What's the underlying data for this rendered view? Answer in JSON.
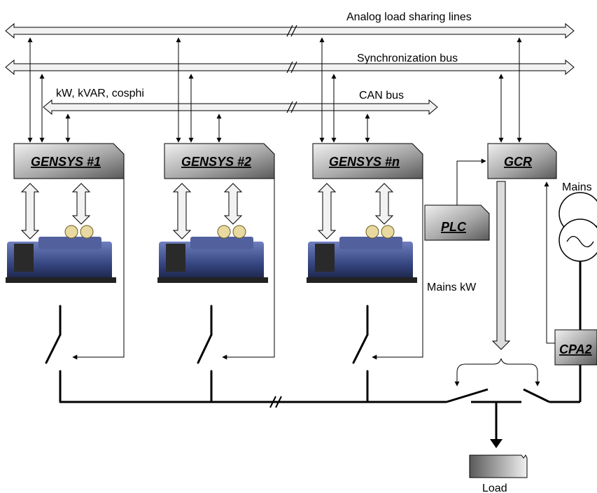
{
  "buses": {
    "analog": "Analog load sharing lines",
    "sync": "Synchronization bus",
    "can": "CAN bus",
    "can_note": "kW, kVAR, cosphi"
  },
  "units": {
    "gensys1": "GENSYS #1",
    "gensys2": "GENSYS #2",
    "gensysn": "GENSYS #n",
    "gcr": "GCR",
    "plc": "PLC",
    "cpa2": "CPA2"
  },
  "labels": {
    "mains": "Mains",
    "mains_kw": "Mains kW",
    "load": "Load"
  },
  "colors": {
    "box_dark": "#6e6e6e",
    "box_light": "#d9d9d9",
    "bus_fill": "#f2f2f2",
    "engine": "#3b4a86"
  }
}
